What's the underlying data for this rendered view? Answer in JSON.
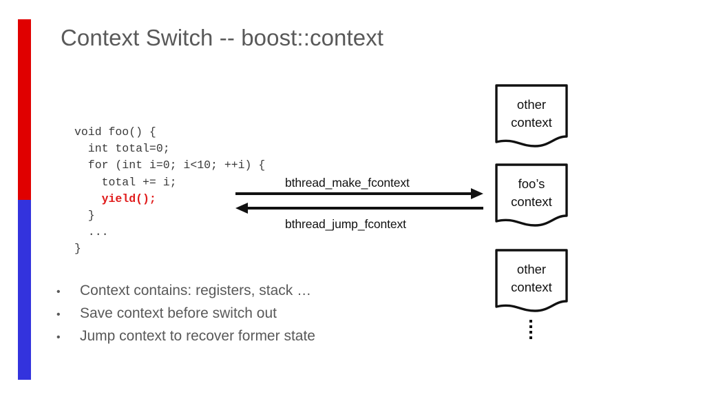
{
  "slide": {
    "title": "Context Switch -- boost::context",
    "background": "#ffffff",
    "title_color": "#595959"
  },
  "accent_bar": {
    "name": "left-accent-bar",
    "top_color": "#e00000",
    "bottom_color": "#3333dd"
  },
  "code": {
    "language": "cpp",
    "highlight_color": "#e01b1b",
    "text_color": "#3a3a3a",
    "lines": [
      {
        "text": "void foo() {",
        "highlight": ""
      },
      {
        "text": "  int total=0;",
        "highlight": ""
      },
      {
        "text": "  for (int i=0; i<10; ++i) {",
        "highlight": ""
      },
      {
        "text": "    total += i;",
        "highlight": ""
      },
      {
        "text": "    ",
        "highlight": "yield();"
      },
      {
        "text": "  }",
        "highlight": ""
      },
      {
        "text": "  ...",
        "highlight": ""
      },
      {
        "text": "}",
        "highlight": ""
      }
    ]
  },
  "bullets": {
    "marker": "•",
    "items": [
      "Context contains: registers, stack …",
      "Save context before switch out",
      "Jump context to recover former state"
    ]
  },
  "arrows": [
    {
      "name": "make-fcontext-arrow",
      "label": "bthread_make_fcontext",
      "direction": "right"
    },
    {
      "name": "jump-fcontext-arrow",
      "label": "bthread_jump_fcontext",
      "direction": "left"
    }
  ],
  "context_boxes": [
    {
      "name": "context-box-other-top",
      "line1": "other",
      "line2": "context"
    },
    {
      "name": "context-box-foo",
      "line1": "foo’s",
      "line2": "context"
    },
    {
      "name": "context-box-other-bottom",
      "line1": "other",
      "line2": "context"
    }
  ],
  "ellipsis": {
    "name": "vertical-ellipsis",
    "glyph": "⋮",
    "dot_count": 4
  }
}
